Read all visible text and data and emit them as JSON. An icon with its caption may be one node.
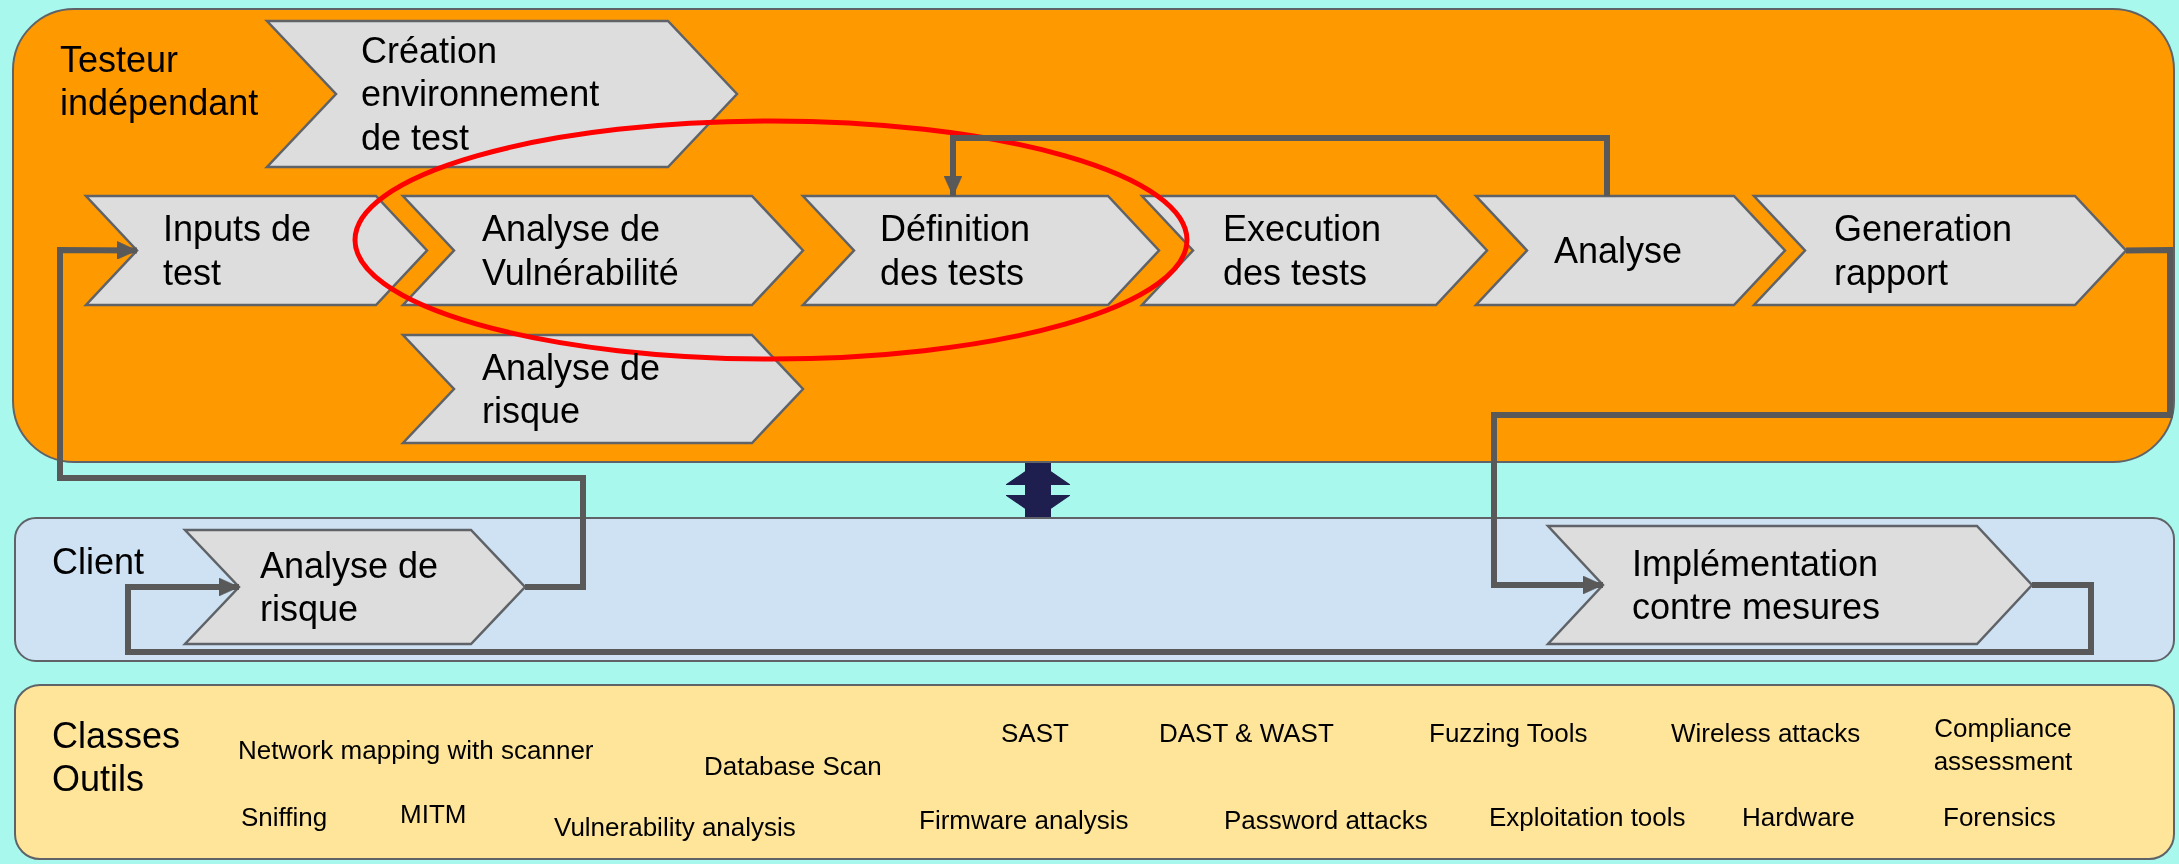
{
  "diagram": {
    "nodes": [
      {
        "text": [
          "Testeur indépendant"
        ]
      },
      {
        "text": [
          "Création environnement de test"
        ],
        "in": 0
      },
      {
        "text": [
          "Inputs de test"
        ],
        "in": 0
      },
      {
        "text": [
          "Analyse de Vulnérabilité"
        ],
        "in": 0
      },
      {
        "text": [
          "Définition des tests"
        ],
        "in": 0
      },
      {
        "text": [
          "Execution des tests"
        ],
        "in": 0
      },
      {
        "text": [
          "Analyse"
        ],
        "in": 0
      },
      {
        "text": [
          "Generation rapport"
        ],
        "in": 0
      },
      {
        "text": [
          "Analyse de risque"
        ],
        "in": 0
      },
      {
        "text": [
          "Client"
        ]
      },
      {
        "text": [
          "Analyse de risque"
        ],
        "in": 9
      },
      {
        "text": [
          "Implémentation contre mesures"
        ],
        "in": 9
      },
      {
        "text": [
          "Classes Outils",
          "Network mapping with scanner",
          "Database Scan",
          "SAST",
          "DAST & WAST",
          "Fuzzing Tools",
          "Wireless attacks",
          "Compliance assessment",
          "Sniffing",
          "MITM",
          "Vulnerability analysis",
          "Firmware analysis",
          "Password attacks",
          "Exploitation tools",
          "Hardware",
          "Forensics"
        ]
      }
    ],
    "edges": [
      {
        "from": 6,
        "to": 4,
        "arrow": "to"
      },
      {
        "from": 7,
        "to": 11,
        "arrow": "to"
      },
      {
        "from": 10,
        "to": 2,
        "arrow": "to"
      },
      {
        "from": 11,
        "to": 10,
        "arrow": "to"
      },
      {
        "from": 0,
        "to": 9,
        "arrow": "both",
        "style": "thick",
        "color": "#1f1f4f"
      }
    ]
  }
}
